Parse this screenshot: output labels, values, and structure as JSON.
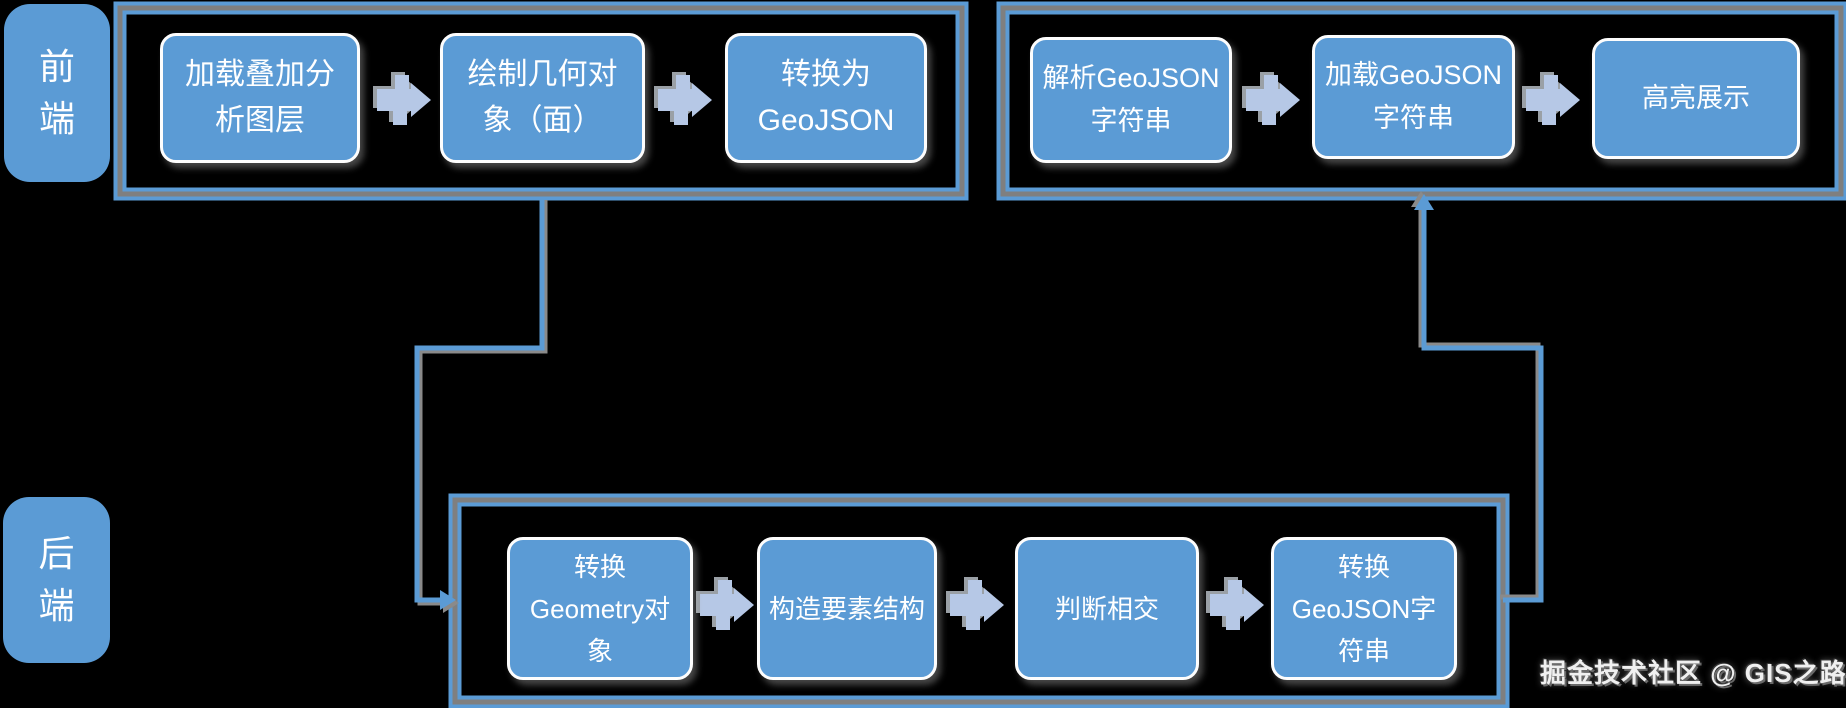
{
  "lanes": {
    "frontend": "前端",
    "backend": "后端"
  },
  "groups": [
    {
      "name": "frontend-top-left",
      "boxes": [
        "加载叠加分\n析图层",
        "绘制几何对\n象（面）",
        "转换为\nGeoJSON"
      ]
    },
    {
      "name": "frontend-top-right",
      "boxes": [
        "解析GeoJSON\n字符串",
        "加载GeoJSON\n字符串",
        "高亮展示"
      ]
    },
    {
      "name": "backend-bottom",
      "boxes": [
        "转换\nGeometry对\n象",
        "构造要素结构",
        "判断相交",
        "转换\nGeoJSON字\n符串"
      ]
    }
  ],
  "watermark": "掘金技术社区 @ GIS之路",
  "colors": {
    "background": "#000000",
    "box_fill": "#5b9bd5",
    "box_border": "#ffffff",
    "box_text": "#ffffff",
    "frame_blue": "#5b9bd5",
    "frame_gray": "#7f7f7f",
    "connector_blue": "#5b9bd5",
    "connector_shadow": "#8a8a8a",
    "arrow_fill": "#b6c8e6",
    "arrow_shadow": "#9aa0a6"
  },
  "icons": {
    "flow_arrow": "right-block-arrow",
    "connector_left": "elbow-arrow-frontend-to-backend",
    "connector_right": "elbow-arrow-backend-to-frontend"
  }
}
